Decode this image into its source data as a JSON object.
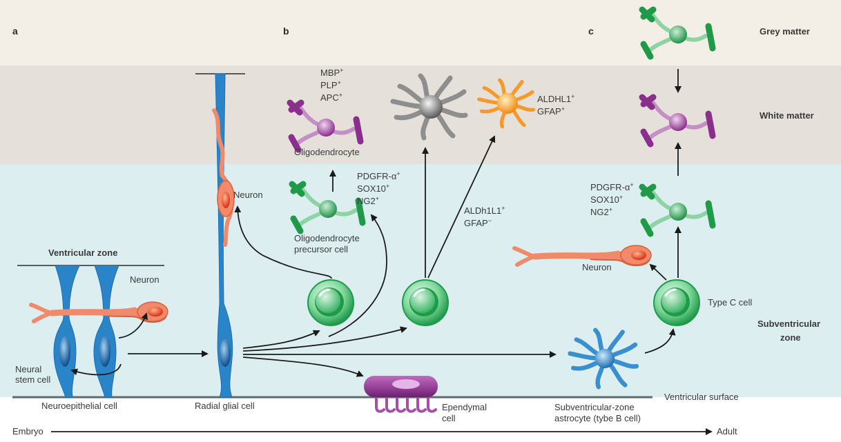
{
  "panels": {
    "a": "a",
    "b": "b",
    "c": "c"
  },
  "zones": {
    "grey_matter": "Grey matter",
    "white_matter": "White matter",
    "subventricular_1": "Subventricular",
    "subventricular_2": "zone",
    "ventricular_zone": "Ventricular zone",
    "ventricular_surface": "Ventricular surface"
  },
  "labels": {
    "neuron_a": "Neuron",
    "neural_stem_1": "Neural",
    "neural_stem_2": "stem cell",
    "neuroepithelial": "Neuroepithelial cell",
    "radial_glial": "Radial glial cell",
    "neuron_radial": "Neuron",
    "oligodendrocyte": "Oligodendrocyte",
    "opc_1": "Oligodendrocyte",
    "opc_2": "precursor cell",
    "ependymal_1": "Ependymal",
    "ependymal_2": "cell",
    "svz_astro_1": "Subventricular-zone",
    "svz_astro_2": "astrocyte (tybe B cell)",
    "neuron_c": "Neuron",
    "type_c": "Type C cell"
  },
  "markers": {
    "mbp": "MBP",
    "plp": "PLP",
    "apc": "APC",
    "aldhl1": "ALDHL1",
    "gfap_pos": "GFAP",
    "pdgfr_b": "PDGFR-α",
    "sox10_b": "SOX10",
    "ng2_b": "NG2",
    "aldh1l1": "ALDh1L1",
    "gfap_neg": "GFAP",
    "pdgfr_c": "PDGFR-α",
    "sox10_c": "SOX10",
    "ng2_c": "NG2",
    "plus": "+",
    "minus": "−"
  },
  "timeline": {
    "start": "Embryo",
    "end": "Adult"
  },
  "colors": {
    "grey_band": "#f3efe7",
    "white_band": "#e5e1da",
    "svz_band": "#ddeef0",
    "neuron": "#f08a6a",
    "neuron_nucleus": "#e2401c",
    "stem_blue": "#2a85c8",
    "oligo_purple": "#8a2f8c",
    "opc_green": "#2ea857",
    "astro_grey": "#8e8e8e",
    "astro_orange": "#f59a2a",
    "ependymal": "#8a2f8c"
  }
}
